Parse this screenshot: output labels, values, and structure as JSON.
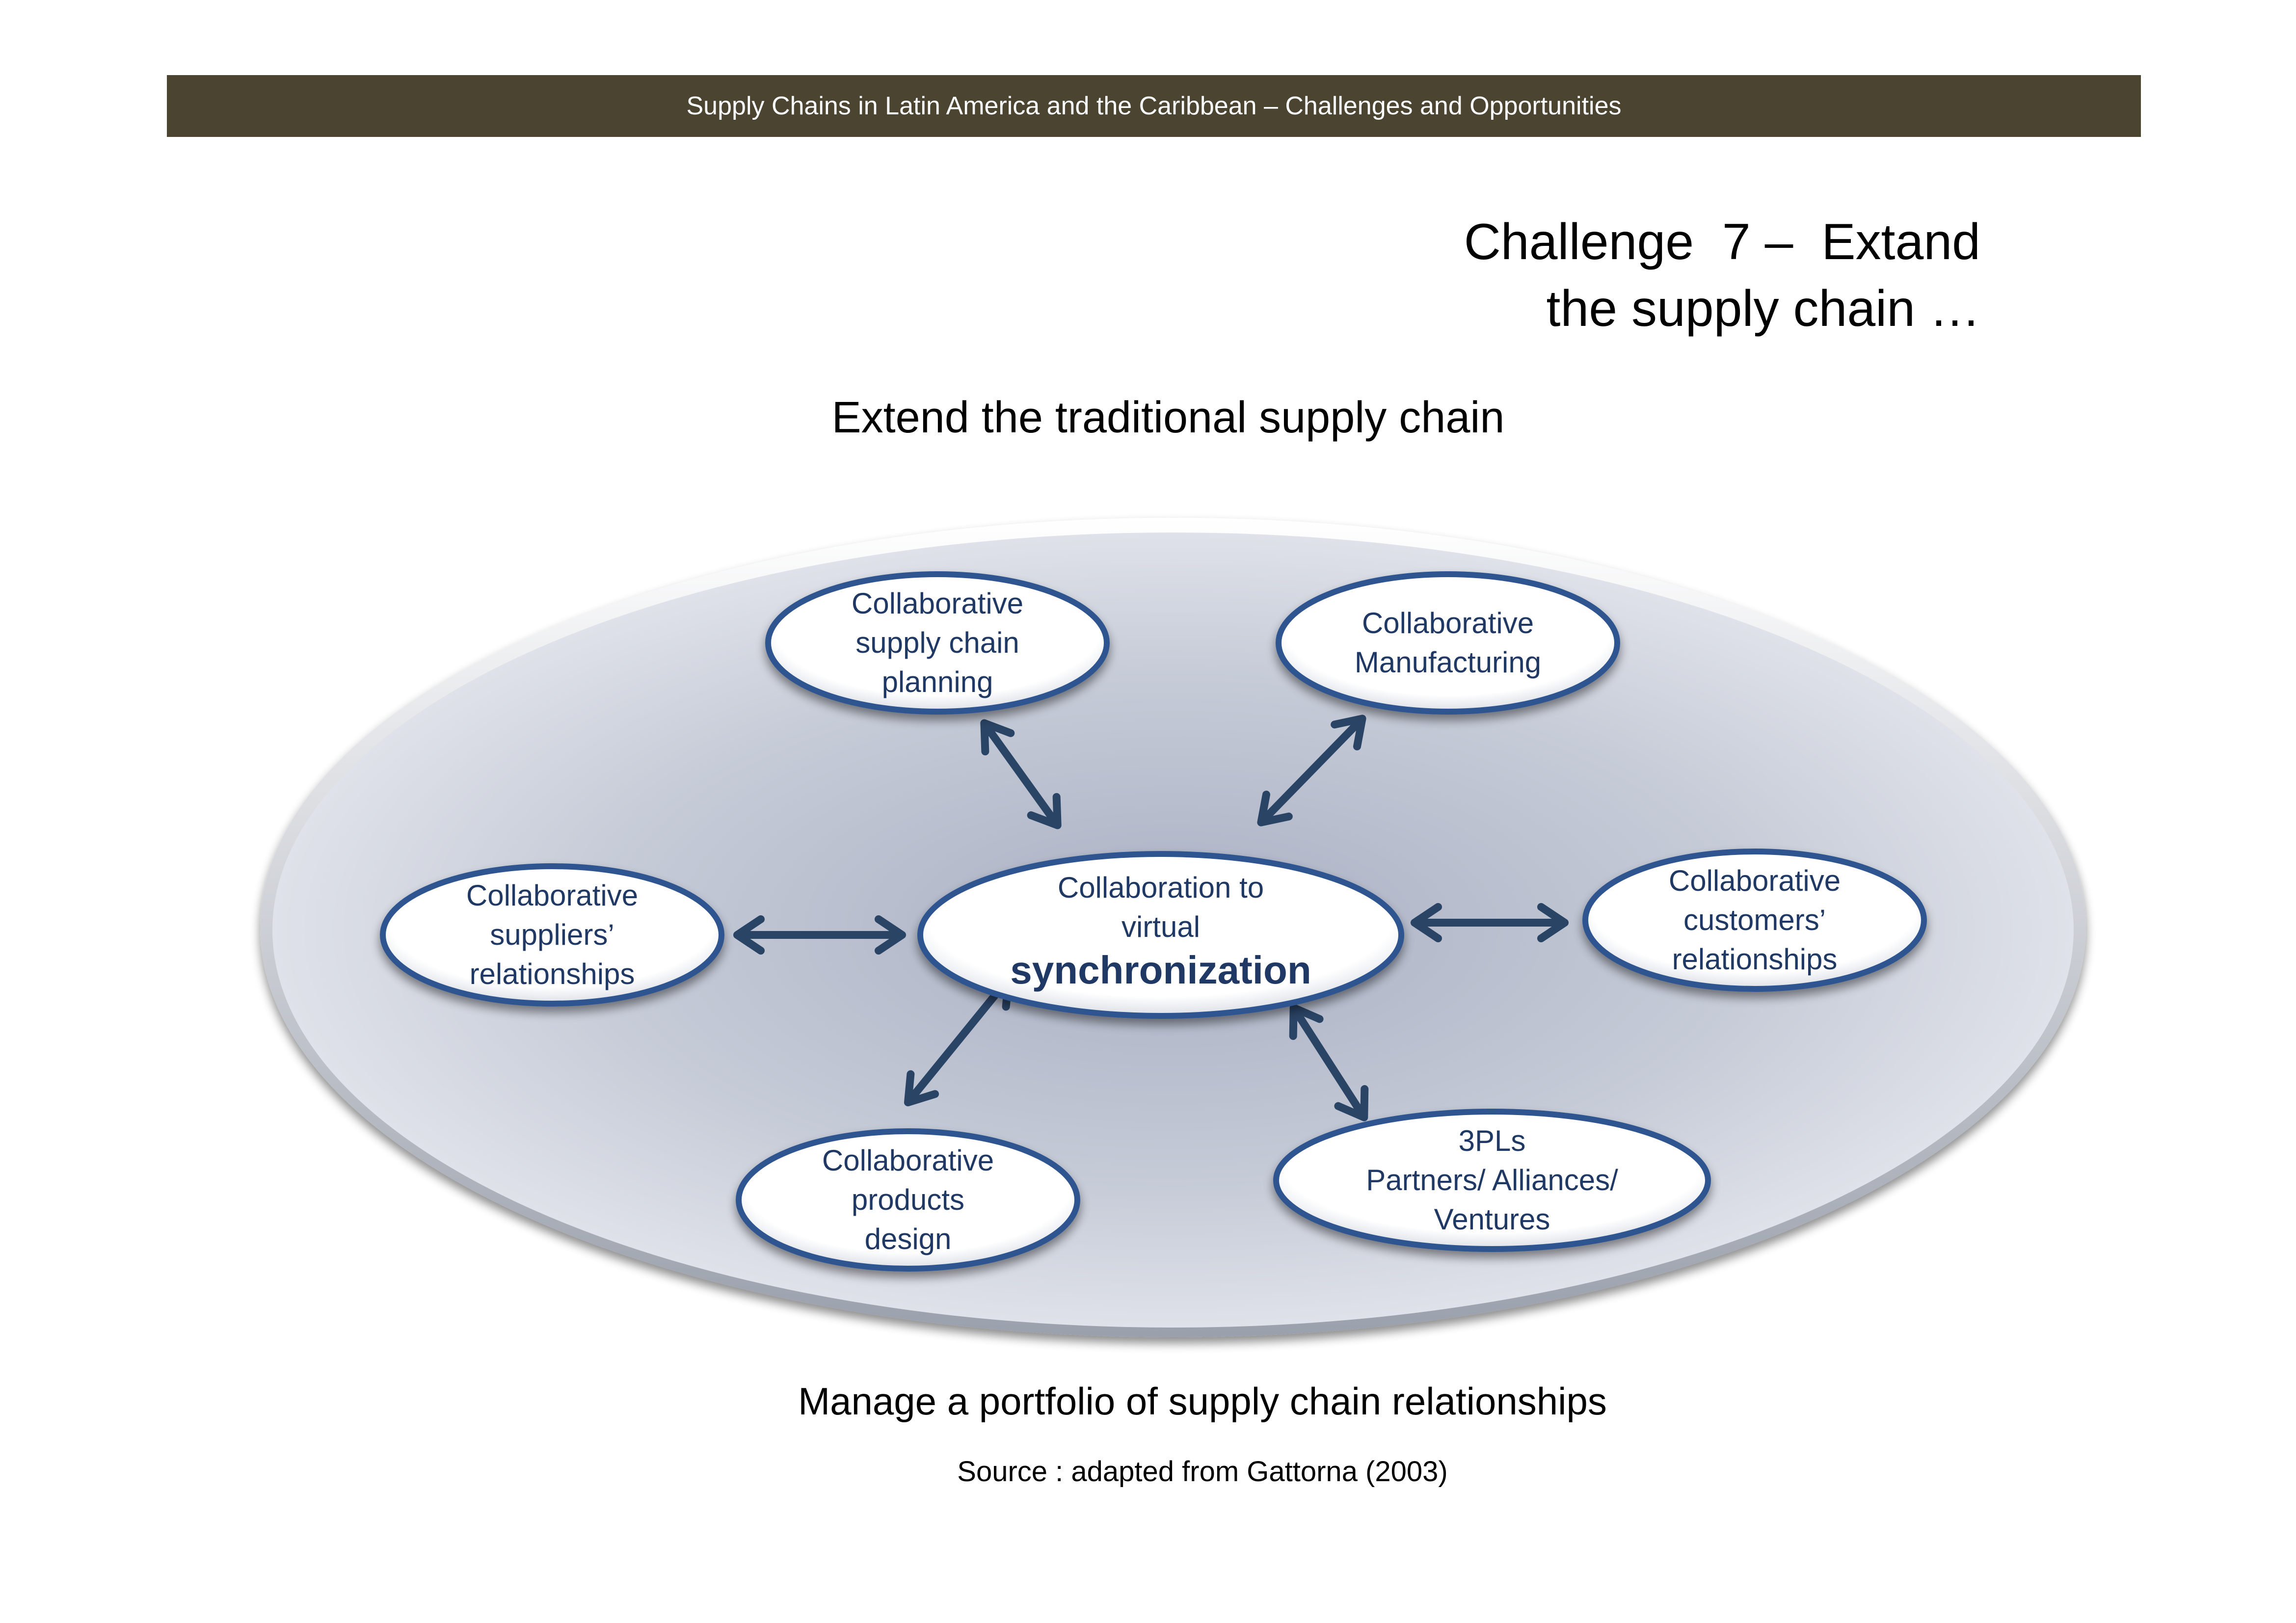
{
  "header": {
    "banner": "Supply Chains in Latin America and the Caribbean – Challenges  and Opportunities"
  },
  "title": {
    "line1": "Challenge  7 –  Extand",
    "line2": "the supply chain …"
  },
  "subtitle": "Extend the traditional supply chain",
  "diagram": {
    "center": {
      "line1": "Collaboration to",
      "line2": "virtual",
      "emphasis": "synchronization"
    },
    "nodes": [
      {
        "id": "planning",
        "lines": [
          "Collaborative",
          "supply chain",
          "planning"
        ]
      },
      {
        "id": "manufacturing",
        "lines": [
          "Collaborative",
          "Manufacturing"
        ]
      },
      {
        "id": "suppliers",
        "lines": [
          "Collaborative",
          "suppliers’",
          "relationships"
        ]
      },
      {
        "id": "customers",
        "lines": [
          "Collaborative",
          "customers’",
          "relationships"
        ]
      },
      {
        "id": "products-design",
        "lines": [
          "Collaborative",
          "products",
          "design"
        ]
      },
      {
        "id": "3pls",
        "lines": [
          "3PLs",
          "Partners/ Alliances/",
          "Ventures"
        ]
      }
    ],
    "connections": [
      {
        "from": "center",
        "to": "planning",
        "type": "bidirectional-arrow"
      },
      {
        "from": "center",
        "to": "manufacturing",
        "type": "bidirectional-arrow"
      },
      {
        "from": "center",
        "to": "suppliers",
        "type": "bidirectional-arrow"
      },
      {
        "from": "center",
        "to": "customers",
        "type": "bidirectional-arrow"
      },
      {
        "from": "center",
        "to": "products-design",
        "type": "bidirectional-arrow"
      },
      {
        "from": "center",
        "to": "3pls",
        "type": "bidirectional-arrow"
      }
    ],
    "colors": {
      "node_border": "#2e5590",
      "text": "#1f3864",
      "arrow": "#2a4466",
      "banner": "#4a4430"
    }
  },
  "caption": "Manage a portfolio of supply chain relationships",
  "source": "Source : adapted from Gattorna (2003)"
}
